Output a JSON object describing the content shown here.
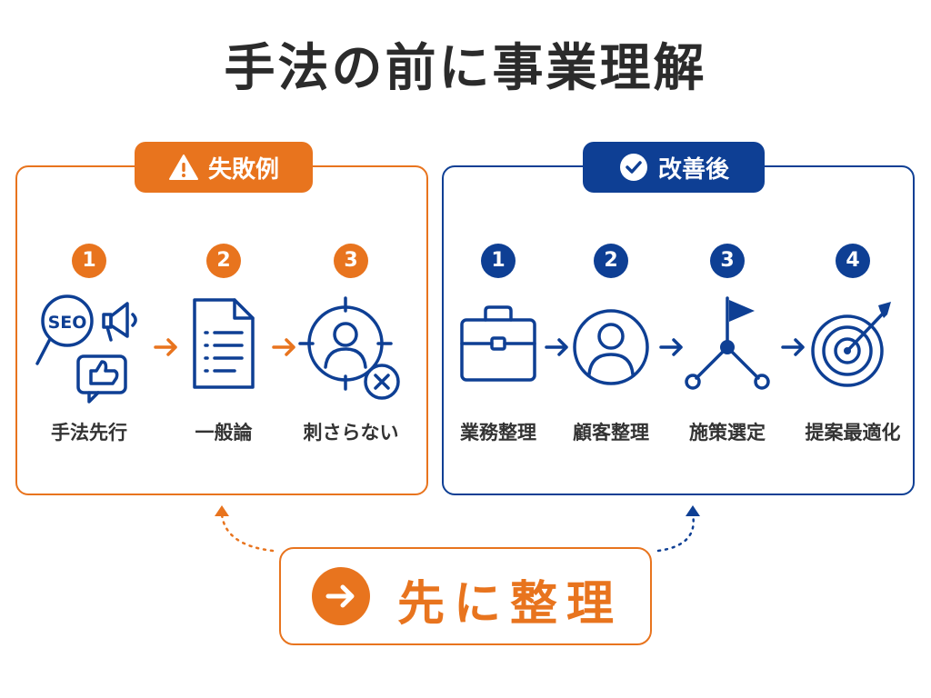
{
  "title": "手法の前に事業理解",
  "colors": {
    "accent_orange": "#E8741E",
    "accent_navy": "#0E3F94"
  },
  "fail": {
    "badge": "失敗例",
    "badge_icon": "warning-icon",
    "steps": [
      {
        "num": "1",
        "label": "手法先行",
        "icon": "seo-megaphone-thumbsup-icon",
        "icon_text": "SEO"
      },
      {
        "num": "2",
        "label": "一般論",
        "icon": "document-icon"
      },
      {
        "num": "3",
        "label": "刺さらない",
        "icon": "target-person-miss-icon"
      }
    ]
  },
  "good": {
    "badge": "改善後",
    "badge_icon": "check-circle-icon",
    "steps": [
      {
        "num": "1",
        "label": "業務整理",
        "icon": "briefcase-icon"
      },
      {
        "num": "2",
        "label": "顧客整理",
        "icon": "customer-icon"
      },
      {
        "num": "3",
        "label": "施策選定",
        "icon": "flag-branch-icon"
      },
      {
        "num": "4",
        "label": "提案最適化",
        "icon": "target-arrow-icon"
      }
    ]
  },
  "cta": {
    "text": "先に整理",
    "icon": "arrow-right-circle-icon"
  }
}
